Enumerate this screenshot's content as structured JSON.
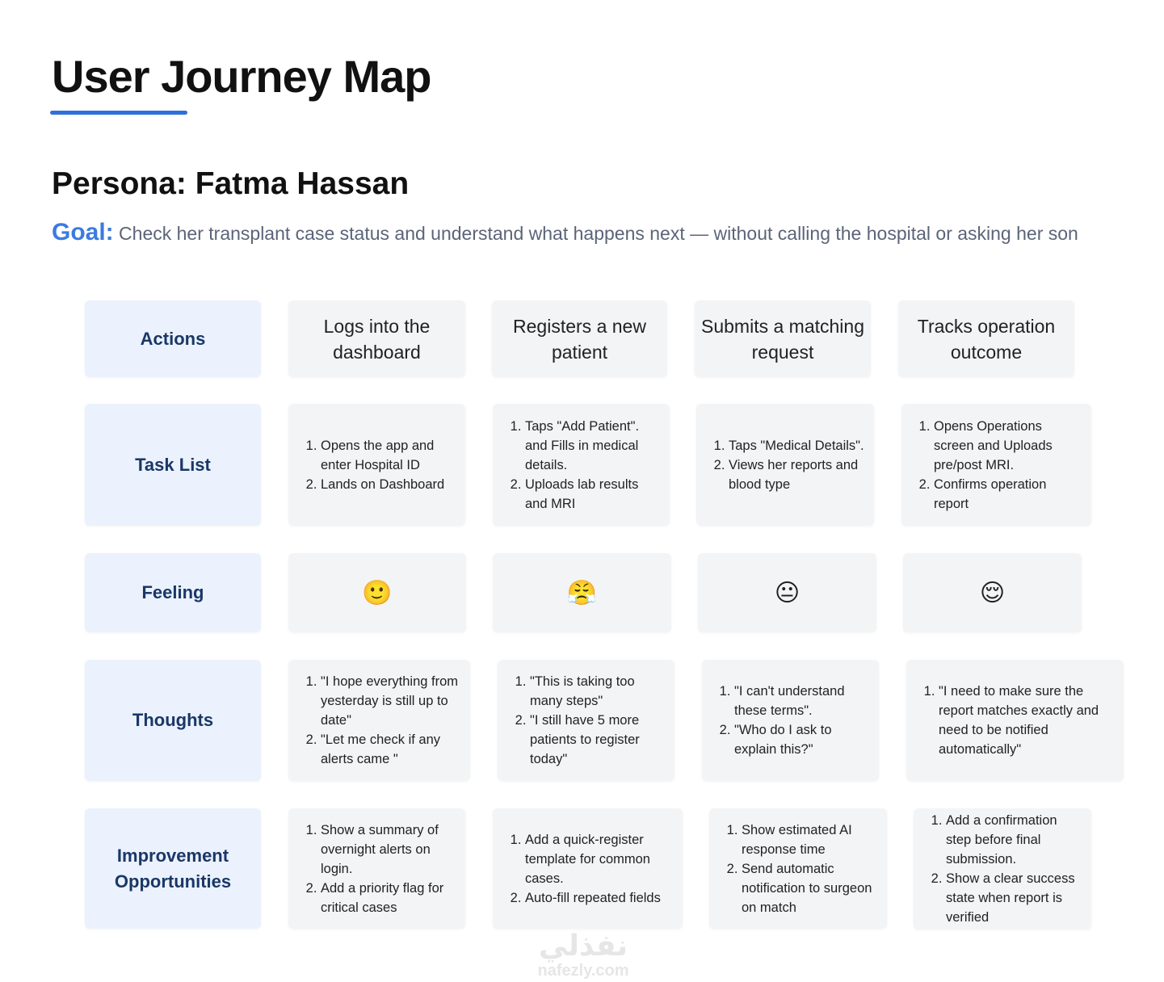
{
  "title": "User Journey Map",
  "persona": "Persona: Fatma Hassan",
  "goal": {
    "label": "Goal:",
    "text": " Check her transplant case status and understand what happens next — without calling the hospital or asking her son"
  },
  "rows": {
    "actions": {
      "label": "Actions",
      "cells": [
        "Logs into the dashboard",
        "Registers a new patient",
        "Submits a matching request",
        "Tracks operation outcome"
      ]
    },
    "tasks": {
      "label": "Task List",
      "cells": [
        [
          "Opens the app and enter Hospital ID",
          "Lands on Dashboard"
        ],
        [
          "Taps \"Add Patient\". and Fills in medical details.",
          "Uploads lab results and MRI"
        ],
        [
          "Taps \"Medical Details\".",
          "Views her reports and blood type"
        ],
        [
          "Opens Operations screen and Uploads pre/post MRI.",
          "Confirms operation report"
        ]
      ]
    },
    "feeling": {
      "label": "Feeling",
      "cells": [
        "🙂",
        "😤",
        "😐",
        "😌"
      ]
    },
    "thoughts": {
      "label": "Thoughts",
      "cells": [
        [
          "\"I hope everything from yesterday is still up to date\"",
          "\"Let me check if any alerts came \""
        ],
        [
          "\"This is taking too many steps\"",
          "\"I still have 5 more patients to register today\""
        ],
        [
          "\"I can't understand these terms\".",
          "\"Who do I ask to explain this?\""
        ],
        [
          "\"I need to make sure the report matches exactly and need to be notified automatically\""
        ]
      ]
    },
    "improvements": {
      "label": "Improvement Opportunities",
      "cells": [
        [
          "Show a summary of overnight alerts on login.",
          "Add a priority flag for critical cases"
        ],
        [
          "Add a quick-register template for common cases.",
          "Auto-fill repeated fields"
        ],
        [
          "Show estimated AI response time",
          "Send automatic notification to surgeon on match"
        ],
        [
          "Add a confirmation step before final submission.",
          "Show a clear success state when report is verified"
        ]
      ]
    }
  },
  "watermark": {
    "arabic": "نفذلي",
    "latin": "nafezly.com"
  }
}
